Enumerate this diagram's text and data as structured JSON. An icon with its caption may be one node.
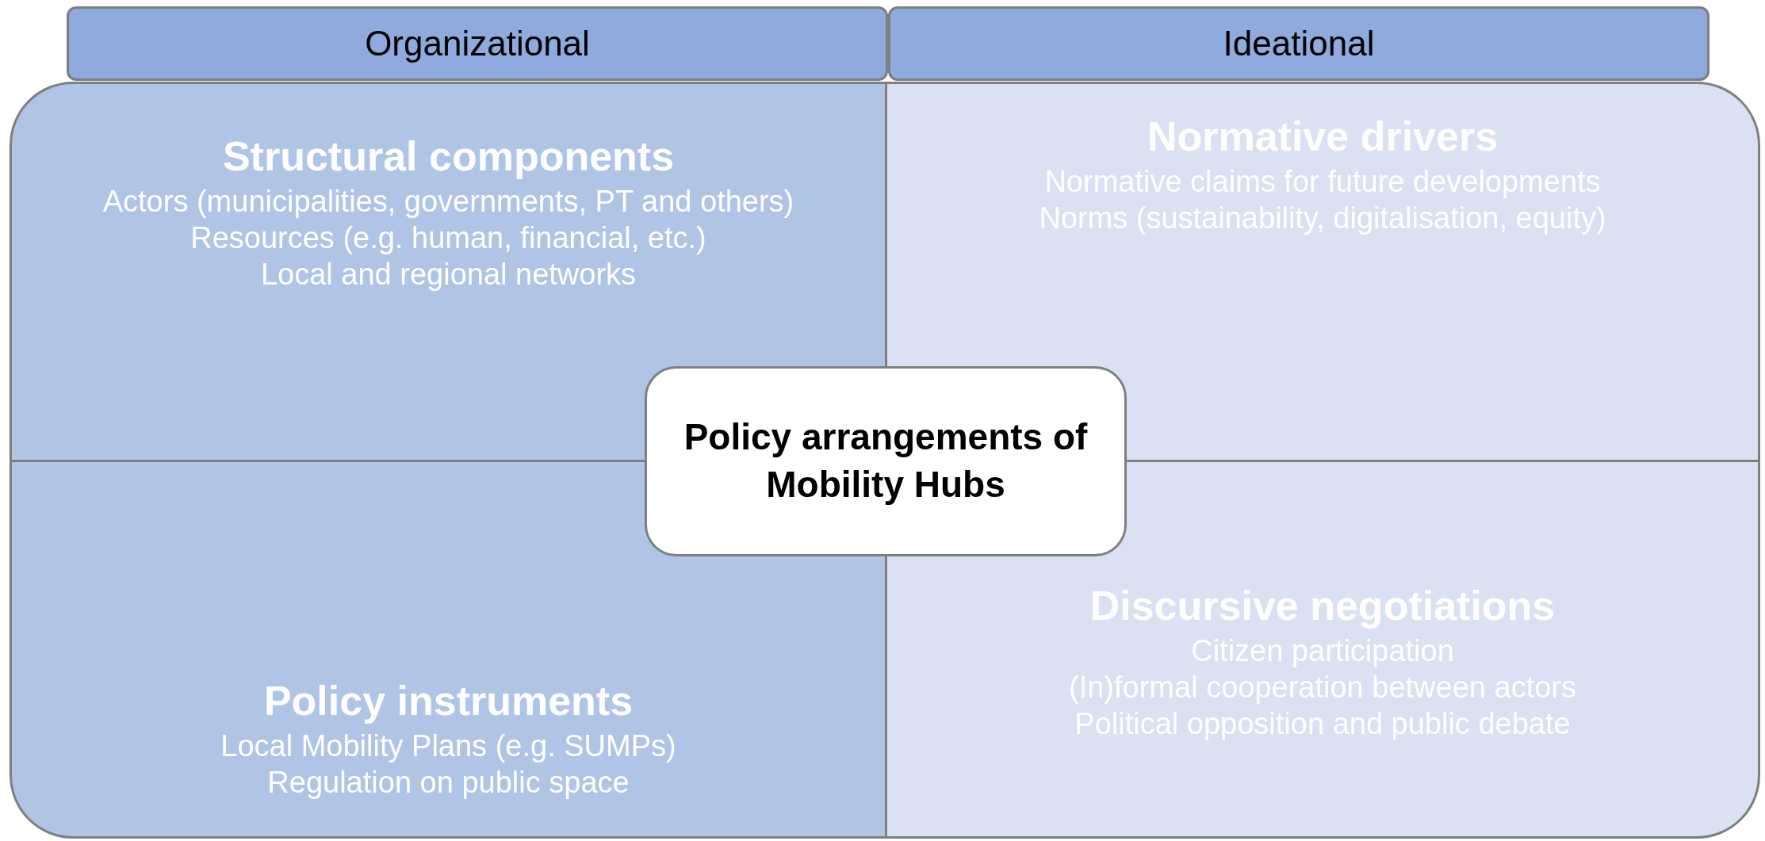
{
  "diagram": {
    "nodes": [
      {
        "text": [
          "Organizational"
        ]
      },
      {
        "text": [
          "Ideational"
        ]
      },
      {
        "text": [
          "Structural components",
          "Actors (municipalities, governments, PT and others)",
          "Resources (e.g. human, financial, etc.)",
          "Local and regional networks"
        ]
      },
      {
        "text": [
          "Normative drivers",
          "Normative claims for future developments",
          "Norms (sustainability, digitalisation, equity)"
        ]
      },
      {
        "text": [
          "Policy instruments",
          "Local Mobility Plans (e.g. SUMPs)",
          "Regulation on public space"
        ]
      },
      {
        "text": [
          "Discursive negotiations",
          "Citizen participation",
          "(In)formal cooperation between actors",
          "Political opposition and public debate"
        ]
      },
      {
        "text": [
          "Policy arrangements of Mobility Hubs"
        ]
      }
    ],
    "edges": []
  }
}
